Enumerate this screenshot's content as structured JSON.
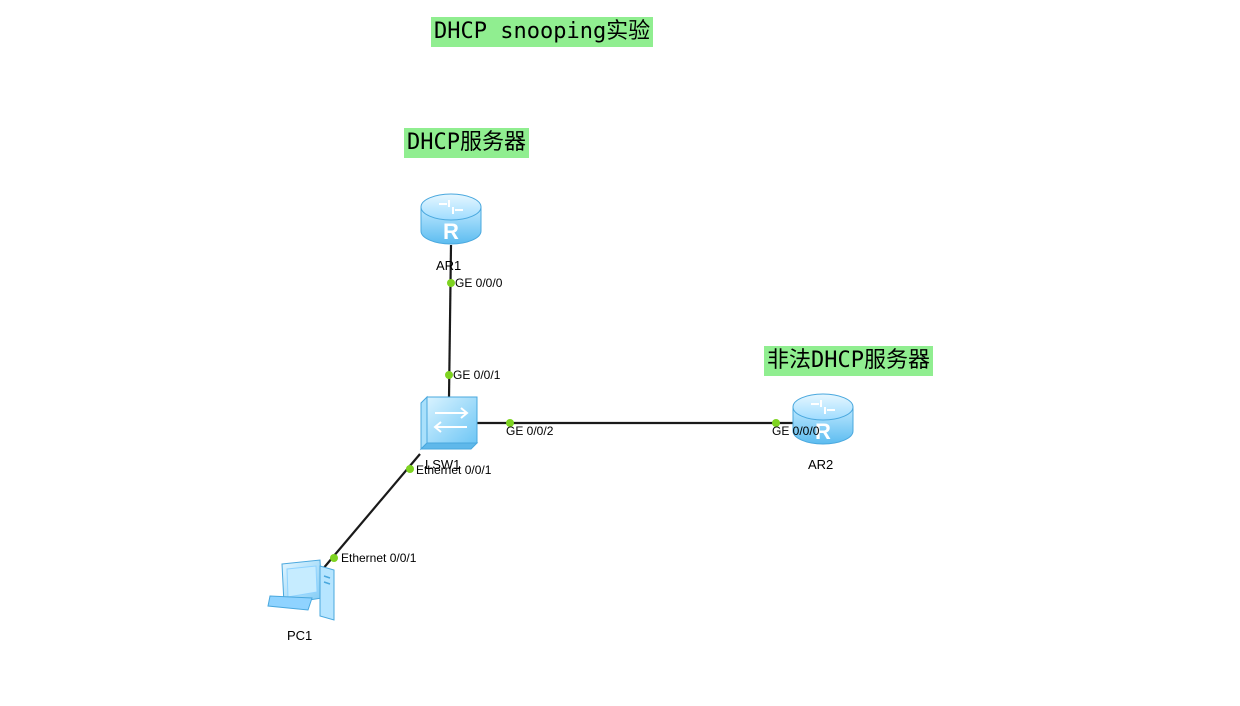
{
  "title": "DHCP snooping实验",
  "notes": {
    "legit_server": "DHCP服务器",
    "rogue_server": "非法DHCP服务器"
  },
  "colors": {
    "note_bg": "#90ee90",
    "link": "#1a1a1a",
    "port_dot": "#7ed321",
    "device_fill": "#8fd3ff"
  },
  "devices": {
    "ar1": {
      "label": "AR1",
      "icon": "router-icon"
    },
    "ar2": {
      "label": "AR2",
      "icon": "router-icon"
    },
    "lsw1": {
      "label": "LSW1",
      "icon": "switch-icon"
    },
    "pc1": {
      "label": "PC1",
      "icon": "pc-icon"
    }
  },
  "links": [
    {
      "from": "AR1",
      "from_port": "GE 0/0/0",
      "to": "LSW1",
      "to_port": "GE 0/0/1"
    },
    {
      "from": "LSW1",
      "from_port": "GE 0/0/2",
      "to": "AR2",
      "to_port": "GE 0/0/0"
    },
    {
      "from": "LSW1",
      "from_port": "Ethernet 0/0/1",
      "to": "PC1",
      "to_port": "Ethernet 0/0/1"
    }
  ]
}
